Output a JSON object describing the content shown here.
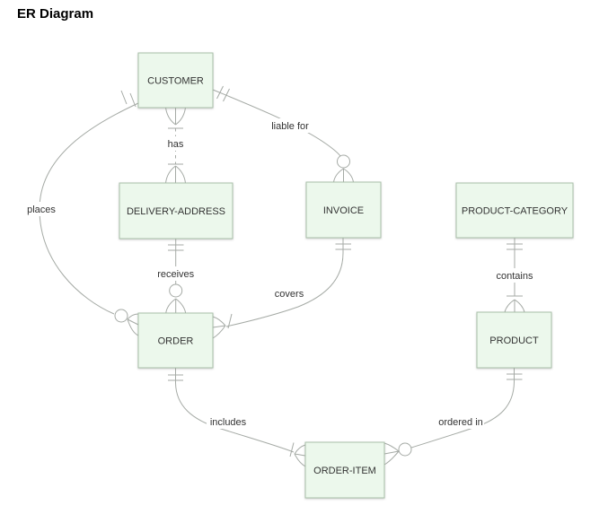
{
  "title": "ER Diagram",
  "diagram": {
    "type": "entity-relationship",
    "entities": [
      {
        "name": "CUSTOMER"
      },
      {
        "name": "DELIVERY-ADDRESS"
      },
      {
        "name": "INVOICE"
      },
      {
        "name": "PRODUCT-CATEGORY"
      },
      {
        "name": "ORDER"
      },
      {
        "name": "PRODUCT"
      },
      {
        "name": "ORDER-ITEM"
      }
    ],
    "relationships": [
      {
        "from": "CUSTOMER",
        "to": "DELIVERY-ADDRESS",
        "label": "has",
        "from_cardinality": "one-or-more",
        "to_cardinality": "one-or-more",
        "line_style": "dashed"
      },
      {
        "from": "CUSTOMER",
        "to": "ORDER",
        "label": "places",
        "from_cardinality": "exactly-one",
        "to_cardinality": "zero-or-more",
        "line_style": "solid"
      },
      {
        "from": "CUSTOMER",
        "to": "INVOICE",
        "label": "liable for",
        "from_cardinality": "exactly-one",
        "to_cardinality": "zero-or-more",
        "line_style": "solid"
      },
      {
        "from": "DELIVERY-ADDRESS",
        "to": "ORDER",
        "label": "receives",
        "from_cardinality": "exactly-one",
        "to_cardinality": "zero-or-more",
        "line_style": "solid"
      },
      {
        "from": "INVOICE",
        "to": "ORDER",
        "label": "covers",
        "from_cardinality": "exactly-one",
        "to_cardinality": "one-or-more",
        "line_style": "solid"
      },
      {
        "from": "PRODUCT-CATEGORY",
        "to": "PRODUCT",
        "label": "contains",
        "from_cardinality": "exactly-one",
        "to_cardinality": "one-or-more",
        "line_style": "solid"
      },
      {
        "from": "ORDER",
        "to": "ORDER-ITEM",
        "label": "includes",
        "from_cardinality": "exactly-one",
        "to_cardinality": "one-or-more",
        "line_style": "solid"
      },
      {
        "from": "PRODUCT",
        "to": "ORDER-ITEM",
        "label": "ordered in",
        "from_cardinality": "exactly-one",
        "to_cardinality": "zero-or-more",
        "line_style": "solid"
      }
    ],
    "colors": {
      "background": "#ffffff",
      "entity_fill": "#ecf8ec",
      "entity_border": "#a9bfa9",
      "line": "#a5aaa5",
      "text": "#333333",
      "title_text": "#000000"
    }
  }
}
